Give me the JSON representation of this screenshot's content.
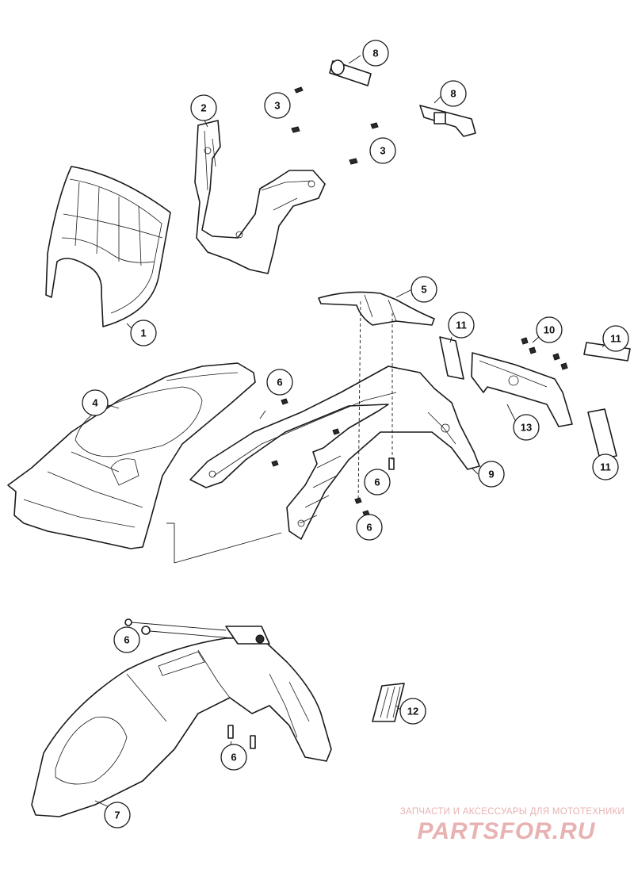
{
  "diagram": {
    "callouts": [
      {
        "id": "c1",
        "label": "1"
      },
      {
        "id": "c2",
        "label": "2"
      },
      {
        "id": "c3a",
        "label": "3"
      },
      {
        "id": "c3b",
        "label": "3"
      },
      {
        "id": "c4",
        "label": "4"
      },
      {
        "id": "c5",
        "label": "5"
      },
      {
        "id": "c6a",
        "label": "6"
      },
      {
        "id": "c6b",
        "label": "6"
      },
      {
        "id": "c6c",
        "label": "6"
      },
      {
        "id": "c6d",
        "label": "6"
      },
      {
        "id": "c6e",
        "label": "6"
      },
      {
        "id": "c7",
        "label": "7"
      },
      {
        "id": "c8a",
        "label": "8"
      },
      {
        "id": "c8b",
        "label": "8"
      },
      {
        "id": "c9",
        "label": "9"
      },
      {
        "id": "c10",
        "label": "10"
      },
      {
        "id": "c11a",
        "label": "11"
      },
      {
        "id": "c11b",
        "label": "11"
      },
      {
        "id": "c11c",
        "label": "11"
      },
      {
        "id": "c12",
        "label": "12"
      },
      {
        "id": "c13",
        "label": "13"
      }
    ]
  },
  "watermark": {
    "tagline": "ЗАПЧАСТИ И АКСЕССУАРЫ ДЛЯ МОТОТЕХНИКИ",
    "logo_text": "PARTSFOR.RU",
    "color": "#e8b2b2"
  }
}
